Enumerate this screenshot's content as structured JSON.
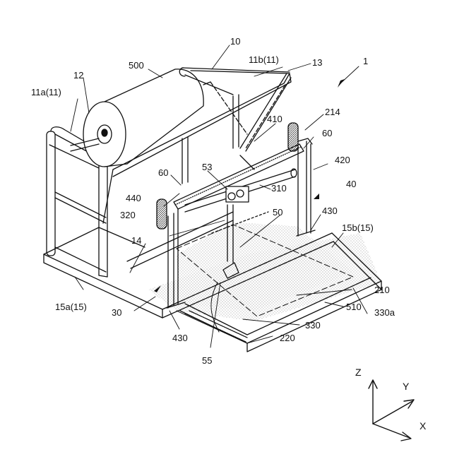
{
  "colors": {
    "ink": "#111111",
    "stipple": "#9a9a9a",
    "paper": "#ffffff"
  },
  "labels": {
    "ref_10": "10",
    "ref_1": "1",
    "ref_500": "500",
    "ref_11b": "11b(11)",
    "ref_13": "13",
    "ref_12": "12",
    "ref_11a": "11a(11)",
    "ref_214": "214",
    "ref_410": "410",
    "ref_60_right": "60",
    "ref_420": "420",
    "ref_53": "53",
    "ref_60_left": "60",
    "ref_40": "40",
    "ref_310": "310",
    "ref_440": "440",
    "ref_50": "50",
    "ref_430_right": "430",
    "ref_320": "320",
    "ref_15b": "15b(15)",
    "ref_14": "14",
    "ref_15a": "15a(15)",
    "ref_210": "210",
    "ref_510": "510",
    "ref_330a": "330a",
    "ref_30": "30",
    "ref_330": "330",
    "ref_430_left": "430",
    "ref_220": "220",
    "ref_55": "55"
  },
  "axes": {
    "z": "Z",
    "y": "Y",
    "x": "X"
  }
}
